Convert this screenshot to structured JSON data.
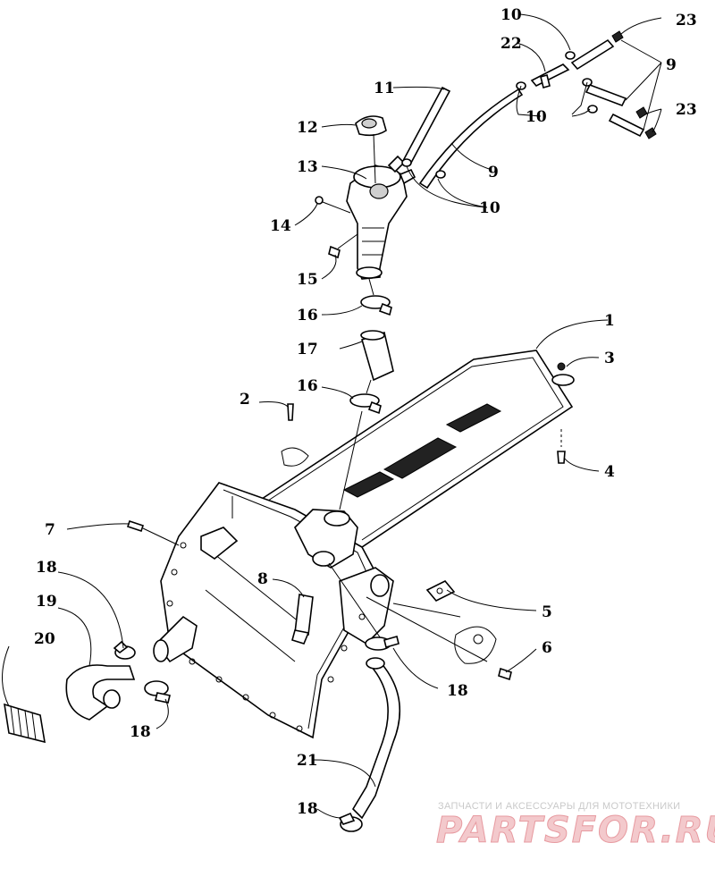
{
  "callouts": {
    "c1": "1",
    "c2": "2",
    "c3": "3",
    "c4": "4",
    "c5": "5",
    "c6": "6",
    "c7": "7",
    "c8": "8",
    "c9a": "9",
    "c9b": "9",
    "c10a": "10",
    "c10b": "10",
    "c10c": "10",
    "c11": "11",
    "c12": "12",
    "c13": "13",
    "c14": "14",
    "c15": "15",
    "c16a": "16",
    "c16b": "16",
    "c17": "17",
    "c18a": "18",
    "c18b": "18",
    "c18c": "18",
    "c18d": "18",
    "c19": "19",
    "c20": "20",
    "c21": "21",
    "c22": "22",
    "c23a": "23",
    "c23b": "23"
  },
  "watermark": {
    "tagline": "ЗАПЧАСТИ И АКСЕССУАРЫ ДЛЯ МОТОТЕХНИКИ",
    "brand": "PARTSFOR.RU"
  }
}
